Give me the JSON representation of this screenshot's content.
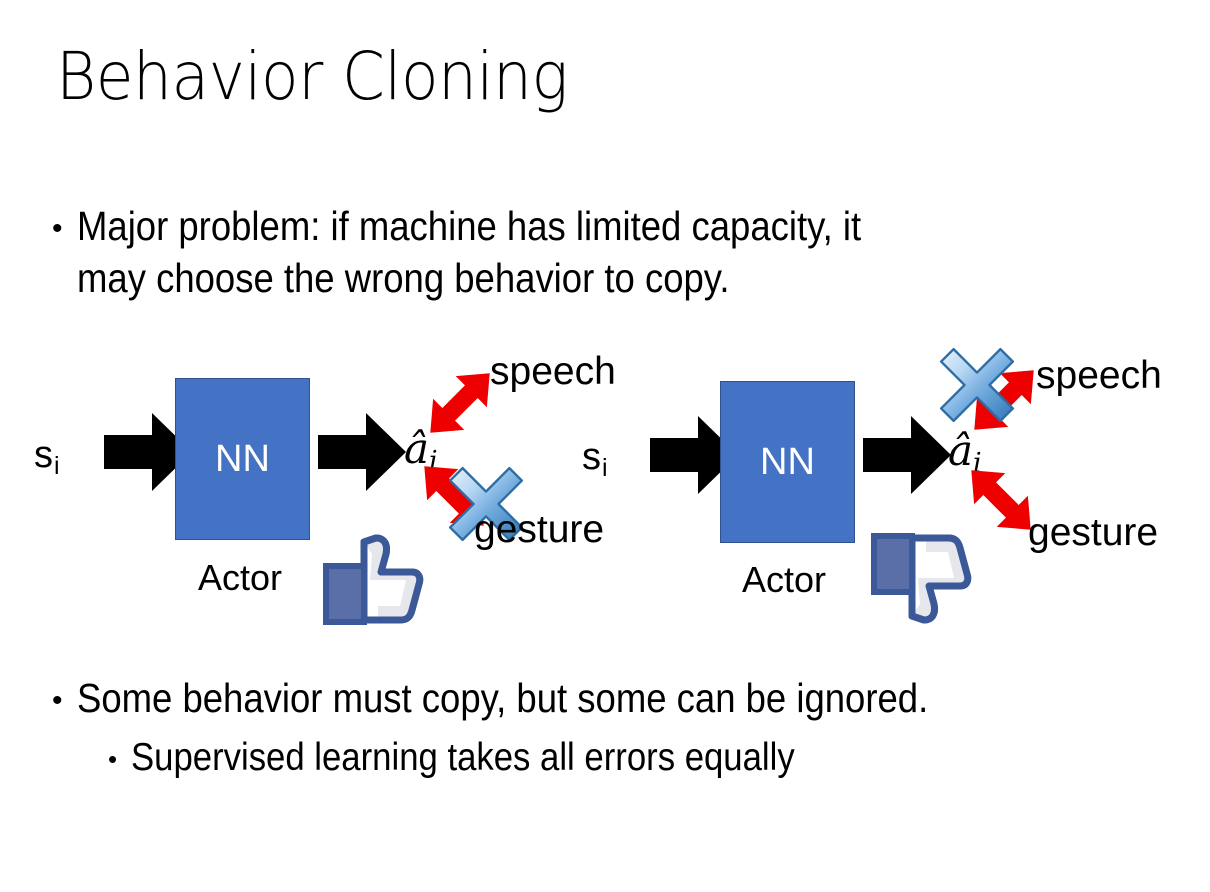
{
  "slide": {
    "title": "Behavior Cloning",
    "background_color": "#FFFFFF"
  },
  "bullets": [
    {
      "marker": "•",
      "text": "Major problem: if machine has limited capacity, it\nmay choose the wrong behavior to copy.",
      "level": 1
    },
    {
      "marker": "•",
      "text": "Some behavior must copy, but some can be ignored.",
      "level": 1
    },
    {
      "marker": "•",
      "text": "Supervised learning takes all errors equally",
      "level": 2
    }
  ],
  "colors": {
    "nn_box_fill": "#4472C4",
    "nn_box_stroke": "#2F528F",
    "red_arrow": "#EE0000",
    "black_arrow": "#000000",
    "blue_x_light": "#CFE2F7",
    "blue_x_mid": "#5B9BD5",
    "blue_x_dark": "#2E75B6",
    "thumb_outline": "#3B5998",
    "thumb_fill": "#FFFFFF",
    "thumb_cuff": "#5A6FA8"
  },
  "diagrams": [
    {
      "id": "left",
      "state_label": "s",
      "state_subscript": "i",
      "box_label": "NN",
      "box_caption": "Actor",
      "action_label": "â",
      "action_subscript": "i",
      "output_upper": "speech",
      "output_lower": "gesture",
      "crossed_out": "gesture",
      "feedback_icon": "thumbs-up-icon"
    },
    {
      "id": "right",
      "state_label": "s",
      "state_subscript": "i",
      "box_label": "NN",
      "box_caption": "Actor",
      "action_label": "â",
      "action_subscript": "i",
      "output_upper": "speech",
      "output_lower": "gesture",
      "crossed_out": "speech",
      "feedback_icon": "thumbs-down-icon"
    }
  ]
}
